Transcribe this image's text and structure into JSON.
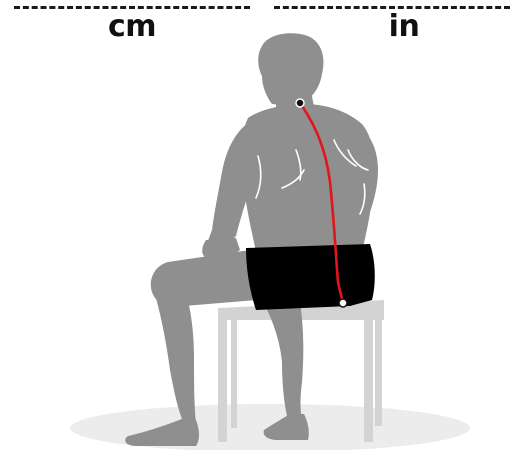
{
  "units": {
    "cm": {
      "label": "cm",
      "value": ""
    },
    "in": {
      "label": "in",
      "value": ""
    }
  },
  "figure": {
    "icon": "seated-back-length-measurement-figure",
    "colors": {
      "body": "#8f8f8f",
      "body_outline": "#a6a6a6",
      "shorts": "#000000",
      "stool": "#d3d3d3",
      "floor": "#ececec",
      "measure_line": "#e3151c",
      "muscle_lines": "#ffffff"
    }
  }
}
